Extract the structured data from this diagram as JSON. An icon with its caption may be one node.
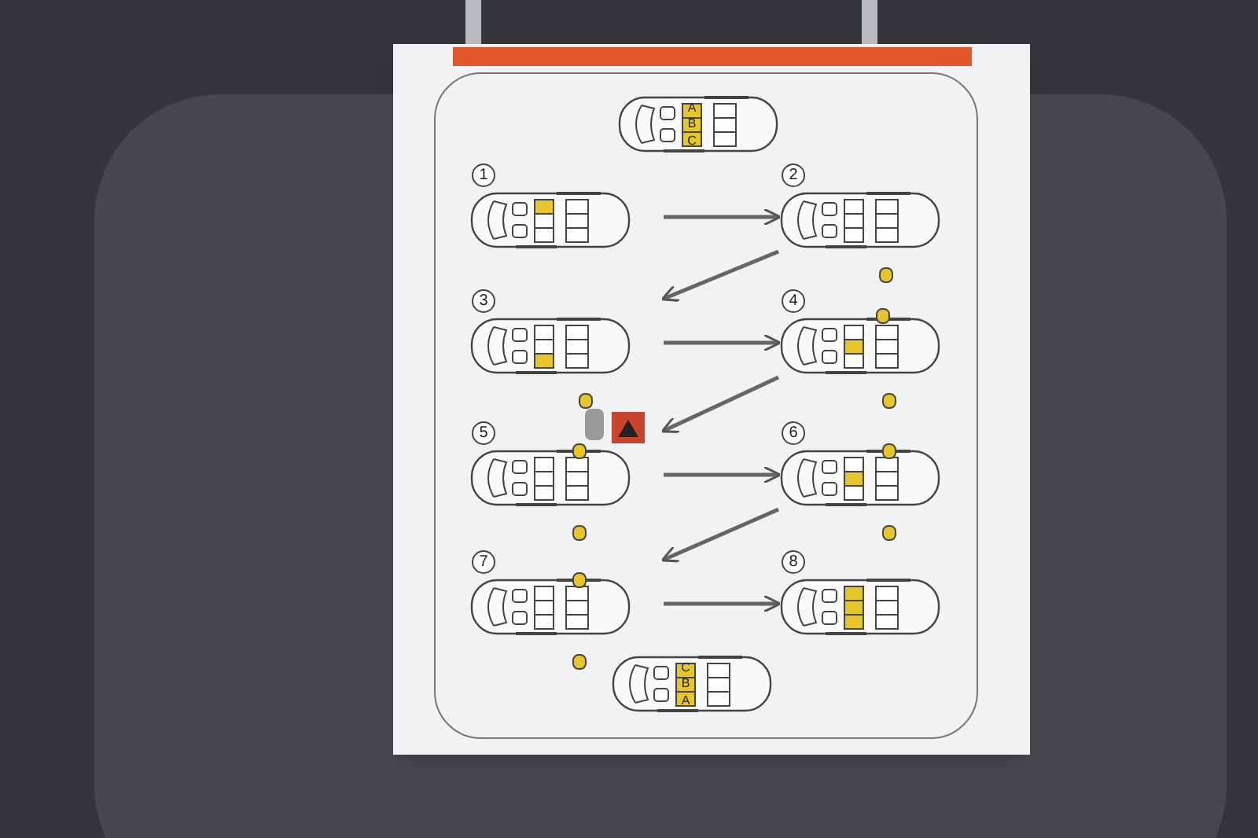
{
  "diagram": {
    "nodes": [
      {
        "text": [
          "A",
          "B",
          "C"
        ]
      },
      {
        "text": [
          "1"
        ]
      },
      {
        "text": [
          "2"
        ]
      },
      {
        "text": [
          "3"
        ]
      },
      {
        "text": [
          "4"
        ]
      },
      {
        "text": [
          "5"
        ]
      },
      {
        "text": [
          "6"
        ]
      },
      {
        "text": [
          "7"
        ]
      },
      {
        "text": [
          "8"
        ]
      },
      {
        "text": [
          "C",
          "B",
          "A"
        ]
      }
    ],
    "edges": [
      {
        "from": 1,
        "to": 2,
        "arrow": "to"
      },
      {
        "from": 2,
        "to": 3,
        "arrow": "to"
      },
      {
        "from": 3,
        "to": 4,
        "arrow": "to"
      },
      {
        "from": 4,
        "to": 5,
        "arrow": "to"
      },
      {
        "from": 5,
        "to": 6,
        "arrow": "to"
      },
      {
        "from": 6,
        "to": 7,
        "arrow": "to"
      },
      {
        "from": 7,
        "to": 8,
        "arrow": "to"
      }
    ]
  }
}
